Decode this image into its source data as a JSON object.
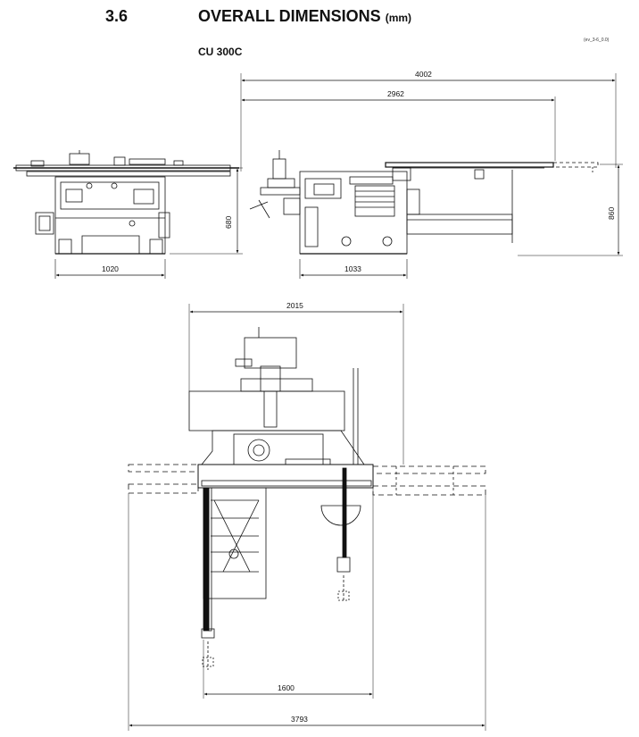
{
  "header": {
    "section_number": "3.6",
    "section_title": "OVERALL DIMENSIONS",
    "unit": "(mm)",
    "model": "CU 300C",
    "drawing_ref": "(ev_3-6_0.0)"
  },
  "dimensions": {
    "left_width": "1020",
    "left_height": "680",
    "side_total_length": "4002",
    "side_length_2": "2962",
    "side_height": "860",
    "side_base": "1033",
    "top_width": "2015",
    "top_inner": "1600",
    "top_total": "3793"
  }
}
